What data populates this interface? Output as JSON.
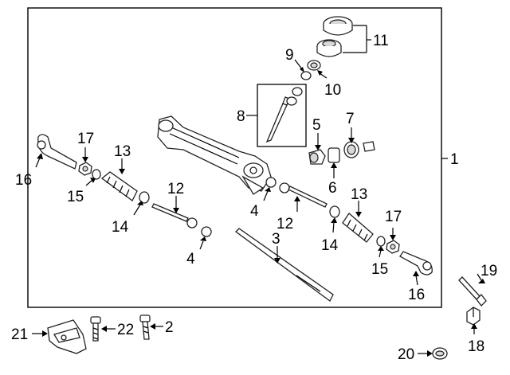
{
  "diagram": {
    "labels": {
      "l1": "1",
      "l2": "2",
      "l3": "3",
      "l4a": "4",
      "l4b": "4",
      "l5": "5",
      "l6": "6",
      "l7": "7",
      "l8": "8",
      "l9": "9",
      "l10": "10",
      "l11": "11",
      "l12a": "12",
      "l12b": "12",
      "l13a": "13",
      "l13b": "13",
      "l14a": "14",
      "l14b": "14",
      "l15a": "15",
      "l15b": "15",
      "l16a": "16",
      "l16b": "16",
      "l17a": "17",
      "l17b": "17",
      "l18": "18",
      "l19": "19",
      "l20": "20",
      "l21": "21",
      "l22": "22"
    },
    "colors": {
      "line": "#000000",
      "part_fill": "#ffffff",
      "part_shade": "#d8d8d8",
      "background": "#ffffff"
    }
  }
}
